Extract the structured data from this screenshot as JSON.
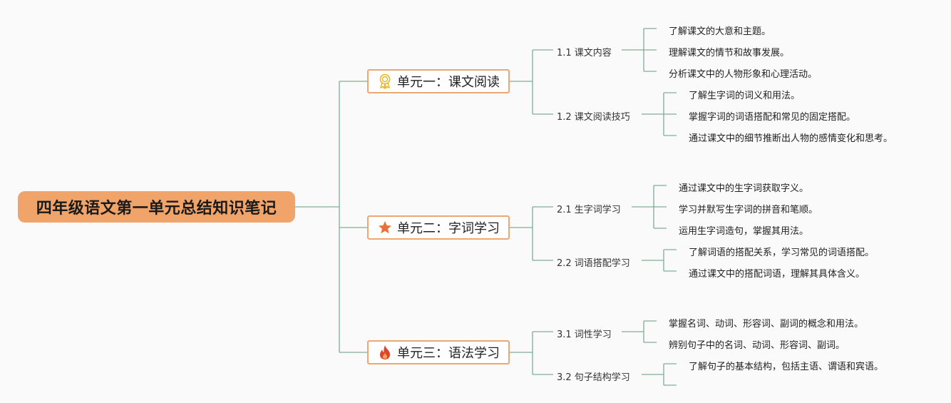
{
  "root": {
    "title": "四年级语文第一单元总结知识笔记"
  },
  "units": [
    {
      "label": "单元一：课文阅读",
      "icon": "award-ribbon-icon",
      "sections": [
        {
          "label": "1.1 课文内容",
          "items": [
            "了解课文的大意和主题。",
            "理解课文的情节和故事发展。",
            "分析课文中的人物形象和心理活动。"
          ]
        },
        {
          "label": "1.2 课文阅读技巧",
          "items": [
            "了解生字词的词义和用法。",
            "掌握字词的词语搭配和常见的固定搭配。",
            "通过课文中的细节推断出人物的感情变化和思考。"
          ]
        }
      ]
    },
    {
      "label": "单元二：字词学习",
      "icon": "star-icon",
      "sections": [
        {
          "label": "2.1 生字词学习",
          "items": [
            "通过课文中的生字词获取字义。",
            "学习并默写生字词的拼音和笔顺。",
            "运用生字词造句，掌握其用法。"
          ]
        },
        {
          "label": "2.2 词语搭配学习",
          "items": [
            "了解词语的搭配关系，学习常见的词语搭配。",
            "通过课文中的搭配词语，理解其具体含义。"
          ]
        }
      ]
    },
    {
      "label": "单元三：语法学习",
      "icon": "fire-icon",
      "sections": [
        {
          "label": "3.1 词性学习",
          "items": [
            "掌握名词、动词、形容词、副词的概念和用法。",
            "辨别句子中的名词、动词、形容词、副词。"
          ]
        },
        {
          "label": "3.2 句子结构学习",
          "items": [
            "了解句子的基本结构，包括主语、谓语和宾语。",
            ""
          ]
        }
      ]
    }
  ],
  "colors": {
    "connector": "#7fae98",
    "root_fill": "#f0a46a",
    "unit_border": "#eea673",
    "award_icon": "#e8b820",
    "star_icon": "#e8713a",
    "fire_icon": "#e0422a"
  }
}
